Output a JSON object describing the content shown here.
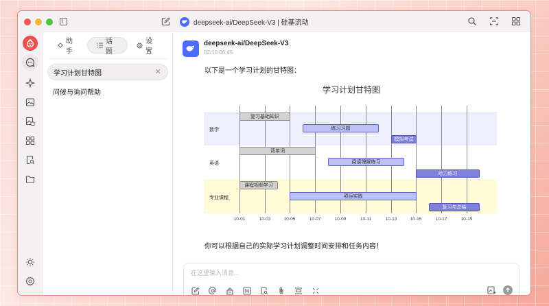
{
  "window": {
    "title": "deepseek-ai/DeepSeek-V3 | 硅基流动"
  },
  "titlebar": {
    "icons": [
      "sidebar-toggle-icon",
      "edit-icon",
      "search-icon",
      "fullscreen-icon",
      "grid-icon"
    ]
  },
  "rail": {
    "items": [
      {
        "name": "app-logo"
      },
      {
        "name": "chat-icon",
        "active": true
      },
      {
        "name": "sparkle-icon"
      },
      {
        "name": "image-icon"
      },
      {
        "name": "image-translate-icon"
      },
      {
        "name": "apps-icon"
      },
      {
        "name": "doc-search-icon"
      },
      {
        "name": "folder-icon"
      }
    ],
    "bottom": [
      {
        "name": "theme-sun-icon"
      },
      {
        "name": "settings-gear-icon"
      }
    ]
  },
  "topics_panel": {
    "tabs": [
      {
        "label": "助手",
        "icon": "diamond-icon"
      },
      {
        "label": "话题",
        "icon": "list-icon",
        "active": true
      },
      {
        "label": "设置",
        "icon": "gear-icon"
      }
    ],
    "items": [
      {
        "label": "学习计划甘特图",
        "active": true
      },
      {
        "label": "问候与询问帮助"
      }
    ]
  },
  "message": {
    "sender": "deepseek-ai/DeepSeek-V3",
    "time": "02/10 06:45",
    "intro": "以下是一个学习计划的甘特图：",
    "outro": "你可以根据自己的实际学习计划调整时间安排和任务内容！"
  },
  "composer": {
    "placeholder": "在这里输入消息...",
    "value": ""
  },
  "colors": {
    "accent_red": "#ee4e4a",
    "deepseek_blue": "#4d6bfe",
    "band_math": "#eeeffd",
    "band_english": "#ffffff",
    "band_major": "#fffbd6",
    "bar_done": "#d3d3d3",
    "bar_active": "#bcc0fb",
    "bar_critical": "#7f80d8"
  },
  "chart_data": {
    "type": "gantt",
    "title": "学习计划甘特图",
    "x_ticks": [
      "10-01",
      "10-03",
      "10-05",
      "10-07",
      "10-09",
      "10-11",
      "10-13",
      "10-15",
      "10-17",
      "10-19"
    ],
    "sections": [
      {
        "name": "数学",
        "tasks": [
          {
            "label": "复习基础知识",
            "start": "10-01",
            "end": "10-05",
            "status": "done"
          },
          {
            "label": "练习习题",
            "start": "10-06",
            "end": "10-12",
            "status": "active"
          },
          {
            "label": "模拟考试",
            "start": "10-13",
            "end": "10-15",
            "status": "crit"
          }
        ]
      },
      {
        "name": "英语",
        "tasks": [
          {
            "label": "背单词",
            "start": "10-01",
            "end": "10-07",
            "status": "done"
          },
          {
            "label": "阅读理解练习",
            "start": "10-08",
            "end": "10-14",
            "status": "active"
          },
          {
            "label": "听力练习",
            "start": "10-15",
            "end": "10-20",
            "status": "crit"
          }
        ]
      },
      {
        "name": "专业课程",
        "tasks": [
          {
            "label": "课程视频学习",
            "start": "10-01",
            "end": "10-04",
            "status": "done"
          },
          {
            "label": "项目实践",
            "start": "10-05",
            "end": "10-15",
            "status": "active"
          },
          {
            "label": "复习与总结",
            "start": "10-16",
            "end": "10-20",
            "status": "crit"
          }
        ]
      }
    ]
  }
}
